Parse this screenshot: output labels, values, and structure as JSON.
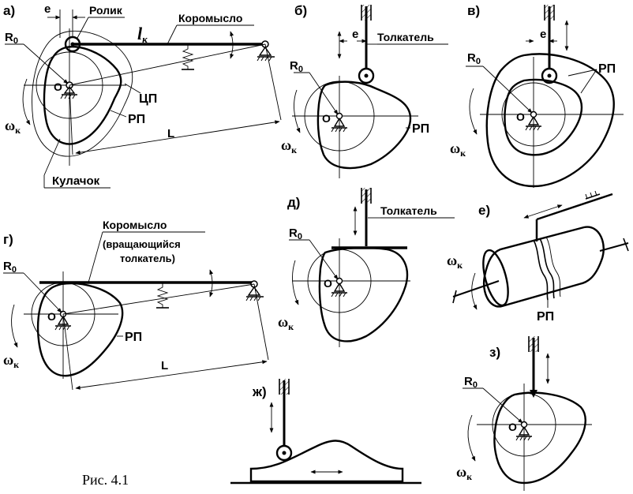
{
  "caption": "Рис. 4.1",
  "panels": {
    "a": {
      "letter": "а)",
      "e": "e",
      "roller": "Ролик",
      "rocker": "Коромысло",
      "lk": "l",
      "lk_sub": "к",
      "r0": "R",
      "r0_sub": "0",
      "o": "O",
      "cp": "ЦП",
      "rp": "РП",
      "omega": "ω",
      "omega_sub": "к",
      "L": "L",
      "cam": "Кулачок"
    },
    "b": {
      "letter": "б)",
      "e": "e",
      "follower": "Толкатель",
      "r0": "R",
      "r0_sub": "0",
      "o": "O",
      "rp": "РП",
      "omega": "ω",
      "omega_sub": "к"
    },
    "v": {
      "letter": "в)",
      "e": "e",
      "r0": "R",
      "r0_sub": "0",
      "o": "O",
      "rp": "РП",
      "omega": "ω",
      "omega_sub": "к"
    },
    "g": {
      "letter": "г)",
      "rocker": "Коромысло",
      "rocker_note_1": "(вращающийся",
      "rocker_note_2": "толкатель)",
      "r0": "R",
      "r0_sub": "0",
      "o": "O",
      "rp": "РП",
      "omega": "ω",
      "omega_sub": "к",
      "L": "L"
    },
    "d": {
      "letter": "д)",
      "follower": "Толкатель",
      "r0": "R",
      "r0_sub": "0",
      "o": "O",
      "omega": "ω",
      "omega_sub": "к"
    },
    "e": {
      "letter": "е)",
      "omega": "ω",
      "omega_sub": "к",
      "rp": "РП"
    },
    "zh": {
      "letter": "ж)"
    },
    "z": {
      "letter": "з)",
      "r0": "R",
      "r0_sub": "0",
      "o": "O",
      "omega": "ω",
      "omega_sub": "к"
    }
  }
}
